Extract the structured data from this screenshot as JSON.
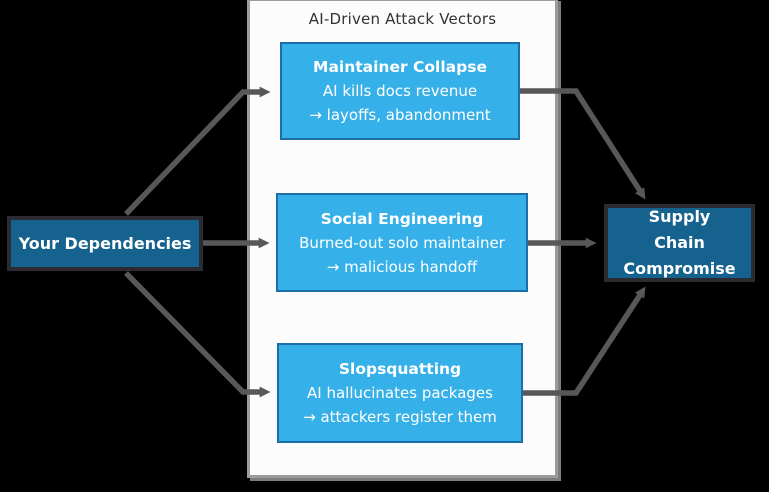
{
  "panel": {
    "title": "AI-Driven Attack Vectors",
    "boxes": [
      {
        "title": "Maintainer Collapse",
        "line1": "AI kills docs revenue",
        "line2": "→ layoffs, abandonment"
      },
      {
        "title": "Social Engineering",
        "line1": "Burned-out solo maintainer",
        "line2": "→ malicious handoff"
      },
      {
        "title": "Slopsquatting",
        "line1": "AI hallucinates packages",
        "line2": "→ attackers register them"
      }
    ]
  },
  "nodes": {
    "source": {
      "label": "Your Dependencies"
    },
    "sink": {
      "label": "Supply Chain Compromise"
    }
  },
  "colors": {
    "background": "#000000",
    "panel_bg": "#FCFCFC",
    "panel_border": "#9C9C9C",
    "panel_title_text": "#333333",
    "attack_box_fill": "#35B0E8",
    "attack_box_border": "#1B6FA8",
    "endpoint_fill": "#16628E",
    "endpoint_border": "#2B2B31",
    "arrow": "#58585B",
    "box_text": "#FFFFFF"
  }
}
